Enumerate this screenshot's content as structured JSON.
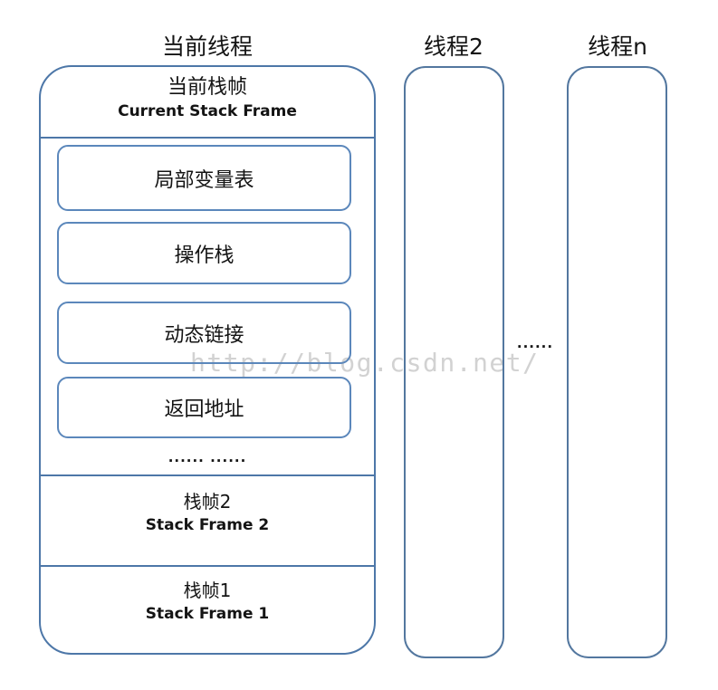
{
  "watermark": "http://blog.csdn.net/",
  "colors": {
    "border_outer": "#4d77a8",
    "border_inner": "#5b87bb",
    "text": "#141414",
    "watermark": "#d2d2d2",
    "background": "#ffffff"
  },
  "current_thread": {
    "title": "当前线程",
    "frame_header": {
      "zh": "当前栈帧",
      "en": "Current Stack Frame"
    },
    "slots": [
      "局部变量表",
      "操作栈",
      "动态链接",
      "返回地址"
    ],
    "ellipsis": "...... ......",
    "frames": [
      {
        "zh": "栈帧2",
        "en": "Stack Frame 2"
      },
      {
        "zh": "栈帧1",
        "en": "Stack Frame 1"
      }
    ]
  },
  "threads": [
    {
      "title": "线程2"
    },
    {
      "title": "线程n"
    }
  ],
  "between_dots": "......"
}
